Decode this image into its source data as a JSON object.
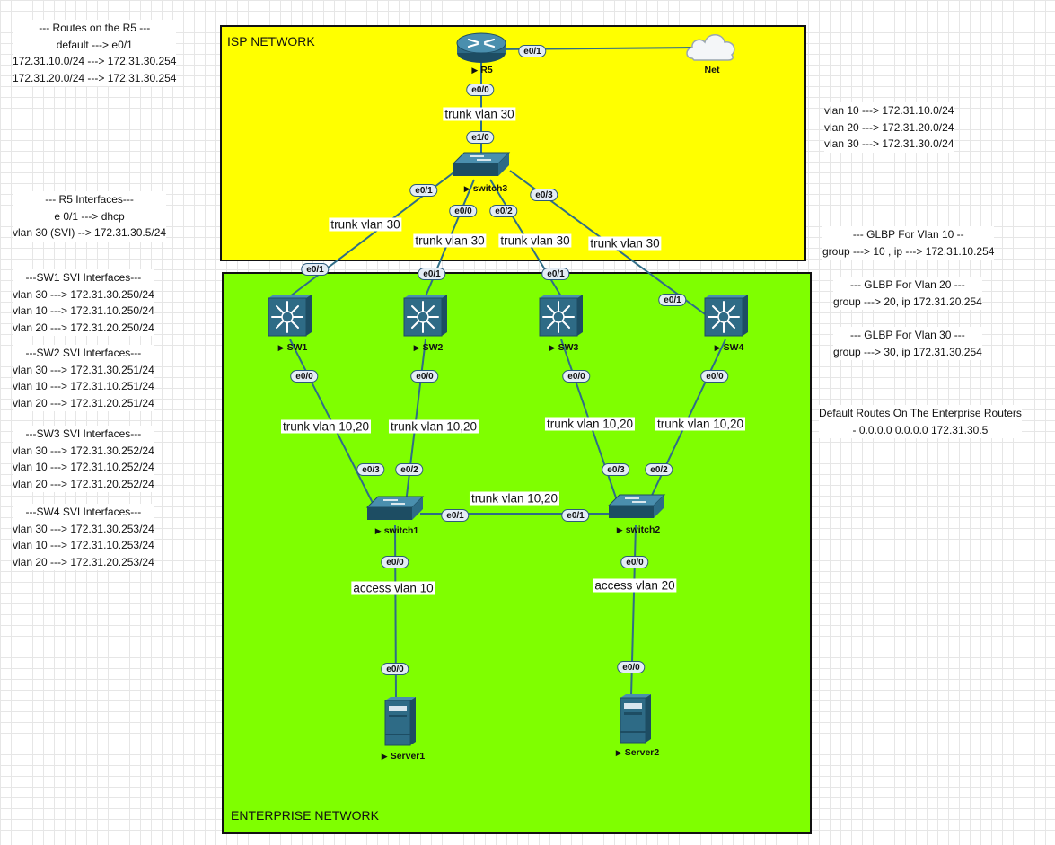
{
  "zones": {
    "isp_title": "ISP NETWORK",
    "enterprise_title": "ENTERPRISE NETWORK",
    "isp_color": "#ffff00",
    "enterprise_color": "#7fff00"
  },
  "devices": {
    "r5": "R5",
    "net": "Net",
    "switch3": "switch3",
    "sw1": "SW1",
    "sw2": "SW2",
    "sw3": "SW3",
    "sw4": "SW4",
    "switch1": "switch1",
    "switch2": "switch2",
    "server1": "Server1",
    "server2": "Server2"
  },
  "interfaces": {
    "r5_net": "e0/1",
    "r5_down": "e0/0",
    "sw3_up": "e1/0",
    "s3_sw1": "e0/1",
    "s3_sw2": "e0/0",
    "s3_sw3": "e0/2",
    "s3_sw4": "e0/3",
    "sw1_up": "e0/1",
    "sw2_up": "e0/1",
    "sw3_up2": "e0/1",
    "sw4_up": "e0/1",
    "sw1_down": "e0/0",
    "sw2_down": "e0/0",
    "sw3_down": "e0/0",
    "sw4_down": "e0/0",
    "s1_sw1": "e0/3",
    "s1_sw2": "e0/2",
    "s2_sw3": "e0/3",
    "s2_sw4": "e0/2",
    "s1_s2": "e0/1",
    "s2_s1": "e0/1",
    "s1_down": "e0/0",
    "s2_down": "e0/0",
    "srv1_up": "e0/0",
    "srv2_up": "e0/0"
  },
  "link_labels": {
    "r5_switch3": "trunk vlan 30",
    "s3_sw1": "trunk vlan 30",
    "s3_sw2": "trunk vlan 30",
    "s3_sw3": "trunk vlan 30",
    "s3_sw4": "trunk vlan 30",
    "sw1_s1": "trunk vlan 10,20",
    "sw2_s1": "trunk vlan 10,20",
    "sw3_s2": "trunk vlan 10,20",
    "sw4_s2": "trunk vlan 10,20",
    "s1_s2": "trunk vlan 10,20",
    "s1_srv1": "access vlan 10",
    "s2_srv2": "access vlan 20"
  },
  "notes": {
    "routes_r5": [
      "--- Routes on the R5 ---",
      "default ---> e0/1",
      "172.31.10.0/24 ---> 172.31.30.254",
      "172.31.20.0/24 ---> 172.31.30.254"
    ],
    "r5_interfaces": [
      "--- R5 Interfaces---",
      "e 0/1 ---> dhcp",
      "vlan 30 (SVI) --> 172.31.30.5/24"
    ],
    "sw1_svi": [
      "---SW1 SVI Interfaces---",
      "vlan 30 ---> 172.31.30.250/24",
      "vlan 10 ---> 172.31.10.250/24",
      "vlan 20 ---> 172.31.20.250/24"
    ],
    "sw2_svi": [
      "---SW2 SVI Interfaces---",
      "vlan 30 ---> 172.31.30.251/24",
      "vlan 10 ---> 172.31.10.251/24",
      "vlan 20 ---> 172.31.20.251/24"
    ],
    "sw3_svi": [
      "---SW3 SVI Interfaces---",
      "vlan 30 ---> 172.31.30.252/24",
      "vlan 10 ---> 172.31.10.252/24",
      "vlan 20 ---> 172.31.20.252/24"
    ],
    "sw4_svi": [
      "---SW4 SVI Interfaces---",
      "vlan 30 ---> 172.31.30.253/24",
      "vlan 10 ---> 172.31.10.253/24",
      "vlan 20 ---> 172.31.20.253/24"
    ],
    "vlans": [
      "vlan 10 ---> 172.31.10.0/24",
      "vlan 20 ---> 172.31.20.0/24",
      "vlan 30 ---> 172.31.30.0/24"
    ],
    "glbp10": [
      "--- GLBP For Vlan 10 --",
      "group ---> 10 , ip ---> 172.31.10.254"
    ],
    "glbp20": [
      "--- GLBP For Vlan 20 ---",
      "group ---> 20, ip 172.31.20.254"
    ],
    "glbp30": [
      "--- GLBP For Vlan 30 ---",
      "group ---> 30, ip 172.31.30.254"
    ],
    "default_routes": [
      "Default Routes On The Enterprise Routers",
      "- 0.0.0.0 0.0.0.0 172.31.30.5"
    ]
  }
}
